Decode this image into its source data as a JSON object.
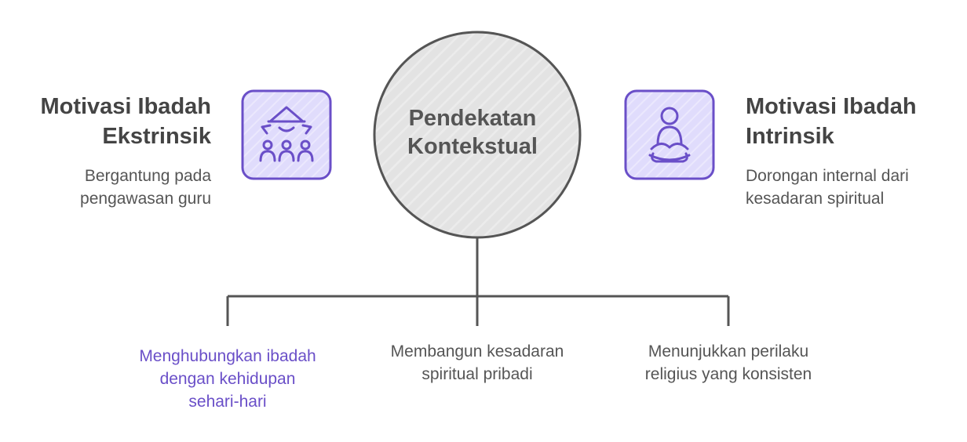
{
  "center": {
    "label": "Pendekatan\nKontekstual"
  },
  "left": {
    "title": "Motivasi Ibadah\nEkstrinsik",
    "description": "Bergantung pada\npengawasan guru",
    "icon": "teacher-supervising-students-icon"
  },
  "right": {
    "title": "Motivasi Ibadah\nIntrinsik",
    "description": "Dorongan internal dari\nkesadaran spiritual",
    "icon": "meditating-person-icon"
  },
  "branches": [
    {
      "label": "Menghubungkan ibadah\ndengan kehidupan\nsehari-hari",
      "highlighted": true
    },
    {
      "label": "Membangun kesadaran\nspiritual pribadi",
      "highlighted": false
    },
    {
      "label": "Menunjukkan perilaku\nreligius yang konsisten",
      "highlighted": false
    }
  ],
  "colors": {
    "icon_fill": "#e0dcfc",
    "icon_stroke": "#6a4fc8",
    "circle_fill": "#e3e3e3",
    "line": "#555555",
    "highlight_text": "#6a4fc8"
  }
}
